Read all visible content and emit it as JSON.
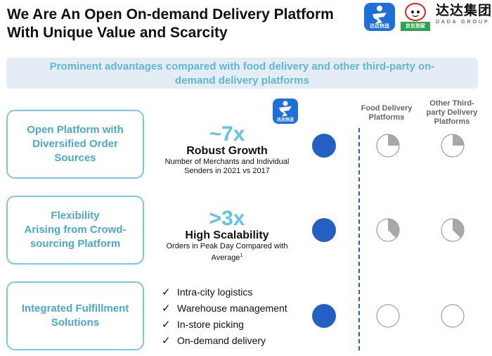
{
  "title_line1": "We Are An Open On-demand Delivery Platform",
  "title_line2": "With Unique Value and Scarcity",
  "logos": {
    "dada_label": "达达快送",
    "jd_label": "京东到家",
    "group_cn": "达达集团",
    "group_en": "DADA GROUP"
  },
  "banner": {
    "line1": "Prominent advantages compared with food delivery and other third-party on-",
    "line2": "demand delivery platforms"
  },
  "features": [
    {
      "line1": "Open Platform with",
      "line2": "Diversified Order",
      "line3": "Sources"
    },
    {
      "line1": "Flexibility",
      "line2": "Arising from Crowd-",
      "line3": "sourcing Platform"
    },
    {
      "line1": "Integrated Fulfillment",
      "line2": "Solutions"
    }
  ],
  "metrics": [
    {
      "big": "~7x",
      "head": "Robust Growth",
      "desc1": "Number of Merchants and Individual",
      "desc2": "Senders in 2021 vs 2017"
    },
    {
      "big": ">3x",
      "head": "High Scalability",
      "desc1": "Orders in Peak Day Compared with",
      "desc2": "Average",
      "footnote": "1"
    }
  ],
  "checklist": [
    "Intra-city logistics",
    "Warehouse management",
    "In-store picking",
    "On-demand delivery"
  ],
  "check_glyph": "✓",
  "columns": {
    "food": {
      "line1": "Food Delivery",
      "line2": "Platforms"
    },
    "other": {
      "line1": "Other Third-",
      "line2": "party Delivery",
      "line3": "Platforms"
    }
  },
  "ratings": {
    "food": [
      0.25,
      0.375,
      0
    ],
    "other": [
      0.25,
      0.375,
      0
    ]
  },
  "colors": {
    "accent_blue": "#2460c4",
    "light_blue_text": "#4aa8cc",
    "pie_fill": "#a8a8a8"
  }
}
